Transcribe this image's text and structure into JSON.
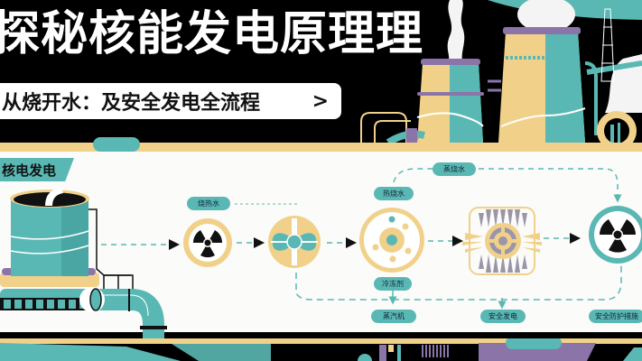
{
  "header": {
    "title": "探秘核能发电原理理",
    "subtitle": "从烧开水：及安全发电全流程",
    "subtitle_arrow": ">"
  },
  "section": {
    "tag": "核电发电"
  },
  "flow": {
    "labels": {
      "boil_water": "烧热水",
      "top_loop": "蒸烧水",
      "heat_water": "热烧水",
      "coolant": "冷冻剂",
      "bottom_1": "蒸汽机",
      "bottom_2": "安全发电",
      "bottom_3": "安全防护措施"
    },
    "nodes": [
      {
        "id": "radiation-1",
        "icon": "radiation-icon"
      },
      {
        "id": "turbine-fan",
        "icon": "fan-icon"
      },
      {
        "id": "atom-core",
        "icon": "atom-icon"
      },
      {
        "id": "generator",
        "icon": "generator-icon"
      },
      {
        "id": "radiation-2",
        "icon": "radiation-icon"
      }
    ]
  },
  "colors": {
    "teal": "#5ab8b4",
    "sand": "#f1d18a",
    "purple": "#8a74a8",
    "black": "#000000",
    "white": "#fbfbf9",
    "gray": "#9a96a8"
  }
}
